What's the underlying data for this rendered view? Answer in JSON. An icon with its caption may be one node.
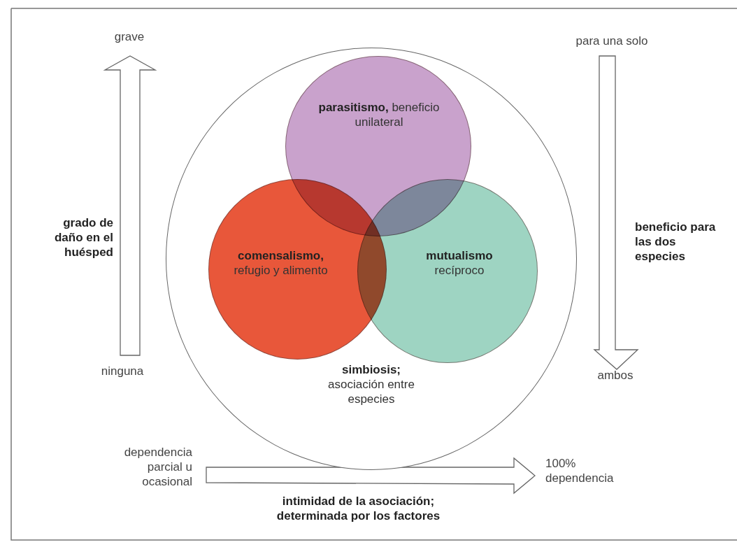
{
  "diagram": {
    "nodes": [
      {
        "text": [
          "**simbiosis;** asociación entre especies"
        ]
      },
      {
        "text": [
          "**parasitismo,** beneficio unilateral"
        ],
        "in": 0
      },
      {
        "text": [
          "**comensalismo,** refugio y alimento"
        ],
        "in": 0
      },
      {
        "text": [
          "**mutualismo** recíproco"
        ],
        "in": 0
      }
    ],
    "labels": [
      "grave",
      "para una solo",
      "grado de daño en el huésped",
      "beneficio para las dos especies",
      "ninguna",
      "ambos",
      "dependencia parcial u ocasional",
      "100% dependencia",
      "intimidad de la asociación; determinada por los factores"
    ]
  }
}
